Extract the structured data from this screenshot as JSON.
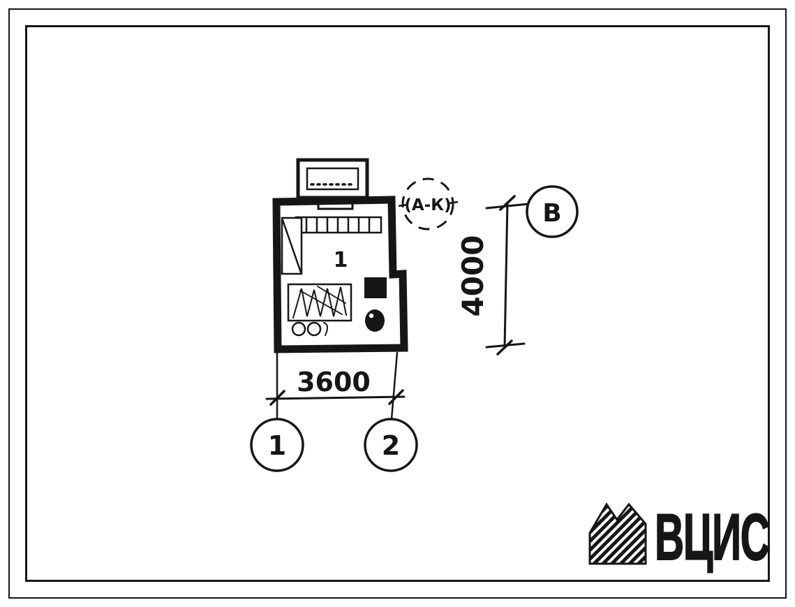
{
  "drawing": {
    "room_label": "1",
    "dim_width": "3600",
    "dim_height": "4000",
    "axis_left": "1",
    "axis_right": "2",
    "axis_row": "В",
    "axis_range": "(А-К)"
  },
  "logo": {
    "text": "ВЦИС",
    "icon": "hatched-banner-icon"
  },
  "colors": {
    "ink": "#161616",
    "paper": "#ffffff"
  }
}
